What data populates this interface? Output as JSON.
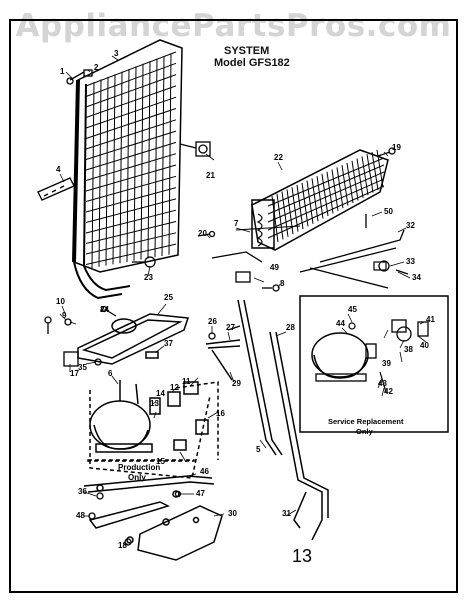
{
  "watermark": "AppliancePartsPros.com",
  "header": {
    "line1": "SYSTEM",
    "line2": "Model GFS182"
  },
  "labels": {
    "production": [
      "Production",
      "Only"
    ],
    "service": [
      "Service Replacement",
      "Only"
    ]
  },
  "handwritten_page": "13",
  "callouts": [
    "1",
    "2",
    "3",
    "4",
    "5",
    "6",
    "7",
    "8",
    "9",
    "10",
    "11",
    "12",
    "13",
    "14",
    "15",
    "16",
    "17",
    "18",
    "19",
    "20",
    "21",
    "22",
    "23",
    "24",
    "25",
    "26",
    "27",
    "28",
    "29",
    "30",
    "31",
    "32",
    "33",
    "34",
    "35",
    "36",
    "37",
    "38",
    "39",
    "40",
    "41",
    "42",
    "43",
    "44",
    "45",
    "46",
    "47",
    "48",
    "49",
    "50"
  ]
}
